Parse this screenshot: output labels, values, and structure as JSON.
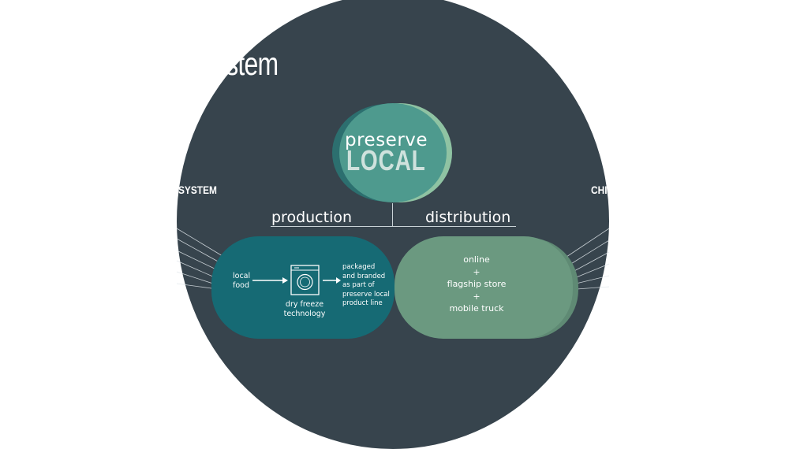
{
  "partial_title": "ystem",
  "side_left_label": "SYSTEM",
  "side_right_label": "CHI",
  "core": {
    "top": "preserve",
    "bottom": "LOCAL"
  },
  "branches": {
    "production": "production",
    "distribution": "distribution"
  },
  "production_box": {
    "input": [
      "local",
      "food"
    ],
    "process": [
      "dry freeze",
      "technology"
    ],
    "output": [
      "packaged",
      "and branded",
      "as part of",
      "preserve local",
      "product line"
    ]
  },
  "distribution_box": {
    "lines": [
      "online",
      "+",
      "flagship store",
      "+",
      "mobile truck"
    ]
  },
  "colors": {
    "background": "#ffffff",
    "circle": "#37444d",
    "core": "#4e9a8e",
    "production": "#166a74",
    "distribution": "#6b9980"
  },
  "icons": [
    "washing-machine-icon",
    "arrow-right-icon"
  ]
}
